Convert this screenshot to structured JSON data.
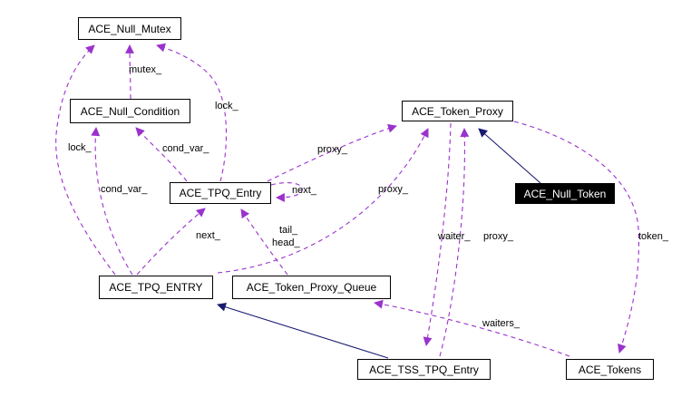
{
  "diagram": {
    "type": "doxygen-collaboration-graph",
    "colors": {
      "background": "#ffffff",
      "usage_edge": "#9a32cd",
      "inheritance_edge": "#191970",
      "node_border": "#000000",
      "node_background": "#ffffff",
      "current_node_background": "#000000",
      "current_node_text": "#ffffff"
    },
    "nodes": [
      {
        "label": "ACE_Null_Mutex"
      },
      {
        "label": "ACE_Null_Condition"
      },
      {
        "label": "ACE_Token_Proxy"
      },
      {
        "label": "ACE_TPQ_Entry"
      },
      {
        "label": "ACE_Null_Token",
        "variant": "current"
      },
      {
        "label": "ACE_TPQ_ENTRY"
      },
      {
        "label": "ACE_Token_Proxy_Queue"
      },
      {
        "label": "ACE_TSS_TPQ_Entry"
      },
      {
        "label": "ACE_Tokens"
      }
    ],
    "edge_labels": [
      {
        "text": "mutex_"
      },
      {
        "text": "lock_"
      },
      {
        "text": "cond_var_"
      },
      {
        "text": "cond_var_"
      },
      {
        "text": "lock_"
      },
      {
        "text": "next_"
      },
      {
        "text": "next_"
      },
      {
        "text": "tail_"
      },
      {
        "text": "head_"
      },
      {
        "text": "proxy_"
      },
      {
        "text": "proxy_"
      },
      {
        "text": "waiter_"
      },
      {
        "text": "proxy_"
      },
      {
        "text": "token_"
      },
      {
        "text": "waiters_"
      }
    ],
    "edges": [
      {
        "from": "ACE_Null_Condition",
        "to": "ACE_Null_Mutex",
        "label": "mutex_",
        "style": "dashed"
      },
      {
        "from": "ACE_TPQ_ENTRY",
        "to": "ACE_Null_Mutex",
        "label": "lock_",
        "style": "dashed"
      },
      {
        "from": "ACE_TPQ_ENTRY",
        "to": "ACE_Null_Condition",
        "label": "cond_var_",
        "style": "dashed"
      },
      {
        "from": "ACE_TPQ_Entry",
        "to": "ACE_Null_Condition",
        "label": "cond_var_",
        "style": "dashed"
      },
      {
        "from": "ACE_TPQ_Entry",
        "to": "ACE_Null_Mutex",
        "label": "lock_",
        "style": "dashed"
      },
      {
        "from": "ACE_TPQ_Entry",
        "to": "ACE_TPQ_Entry",
        "label": "next_",
        "style": "dashed"
      },
      {
        "from": "ACE_TPQ_ENTRY",
        "to": "ACE_TPQ_Entry",
        "label": "next_",
        "style": "dashed"
      },
      {
        "from": "ACE_Token_Proxy_Queue",
        "to": "ACE_TPQ_Entry",
        "label": "tail_ head_",
        "style": "dashed"
      },
      {
        "from": "ACE_TPQ_Entry",
        "to": "ACE_Token_Proxy",
        "label": "proxy_",
        "style": "dashed"
      },
      {
        "from": "ACE_Token_Proxy_Queue",
        "to": "ACE_Token_Proxy",
        "label": "proxy_",
        "style": "dashed"
      },
      {
        "from": "ACE_Token_Proxy",
        "to": "ACE_TSS_TPQ_Entry",
        "label": "waiter_",
        "style": "dashed"
      },
      {
        "from": "ACE_TSS_TPQ_Entry",
        "to": "ACE_Token_Proxy",
        "label": "proxy_",
        "style": "dashed"
      },
      {
        "from": "ACE_Token_Proxy",
        "to": "ACE_Tokens",
        "label": "token_",
        "style": "dashed"
      },
      {
        "from": "ACE_Tokens",
        "to": "ACE_Token_Proxy_Queue",
        "label": "waiters_",
        "style": "dashed"
      },
      {
        "from": "ACE_Null_Token",
        "to": "ACE_Token_Proxy",
        "label": "",
        "style": "solid-inheritance"
      },
      {
        "from": "ACE_TSS_TPQ_Entry",
        "to": "ACE_TPQ_ENTRY",
        "label": "",
        "style": "solid-inheritance"
      }
    ]
  }
}
